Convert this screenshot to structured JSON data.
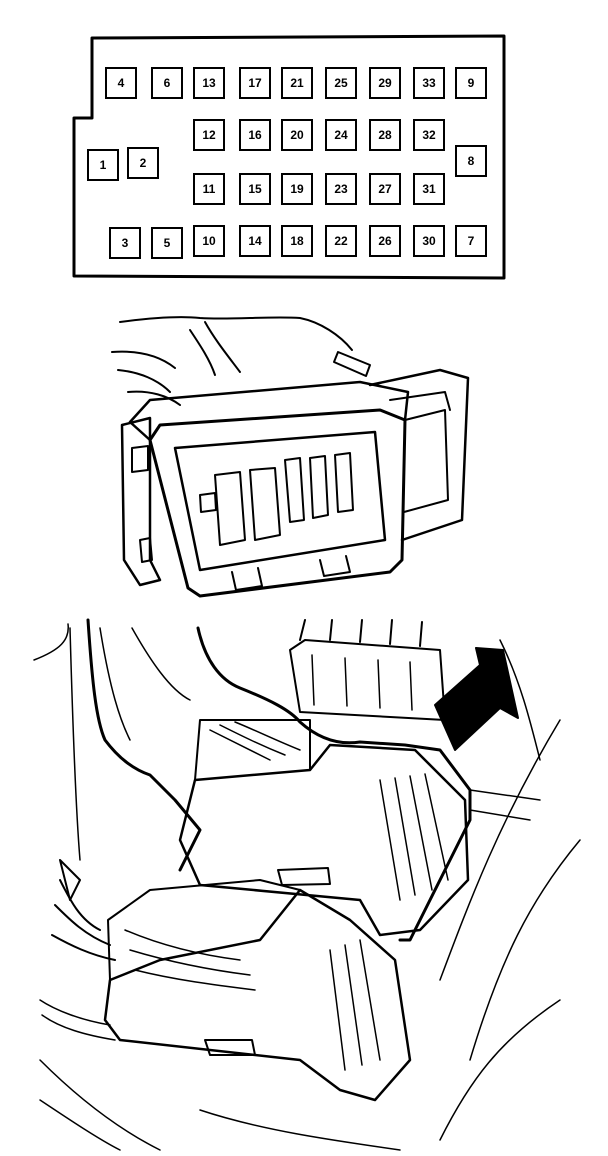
{
  "connector_face": {
    "pins": [
      {
        "label": "4"
      },
      {
        "label": "6"
      },
      {
        "label": "13"
      },
      {
        "label": "17"
      },
      {
        "label": "21"
      },
      {
        "label": "25"
      },
      {
        "label": "29"
      },
      {
        "label": "33"
      },
      {
        "label": "9"
      },
      {
        "label": "12"
      },
      {
        "label": "16"
      },
      {
        "label": "20"
      },
      {
        "label": "24"
      },
      {
        "label": "28"
      },
      {
        "label": "32"
      },
      {
        "label": "1"
      },
      {
        "label": "2"
      },
      {
        "label": "8"
      },
      {
        "label": "11"
      },
      {
        "label": "15"
      },
      {
        "label": "19"
      },
      {
        "label": "23"
      },
      {
        "label": "27"
      },
      {
        "label": "31"
      },
      {
        "label": "3"
      },
      {
        "label": "5"
      },
      {
        "label": "10"
      },
      {
        "label": "14"
      },
      {
        "label": "18"
      },
      {
        "label": "22"
      },
      {
        "label": "26"
      },
      {
        "label": "30"
      },
      {
        "label": "7"
      }
    ]
  },
  "colors": {
    "line": "#000000",
    "background": "#ffffff"
  },
  "icons": [
    "connector-face-diagram",
    "connector-body-icon",
    "location-arrow-icon"
  ]
}
